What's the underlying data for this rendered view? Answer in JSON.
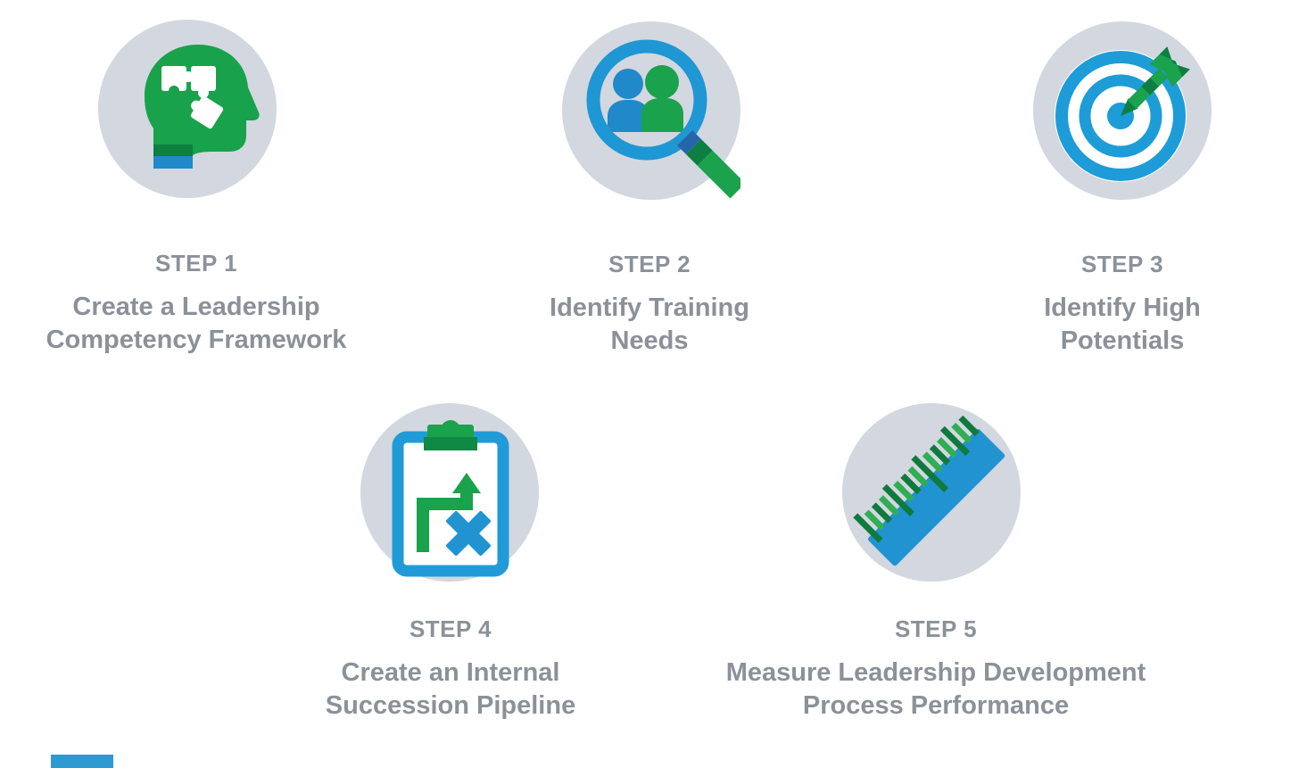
{
  "colors": {
    "green": "#18a24b",
    "dark_green": "#0c7f41",
    "blue": "#2193d1",
    "ring_blue": "#1f97d4",
    "collar_blue": "#2089c9",
    "circle_bg": "#d3d7df",
    "text_gray": "#8b9199",
    "bottom_bar_blue": "#2e9ad2"
  },
  "steps": [
    {
      "label": "STEP 1",
      "title": "Create a Leadership\nCompetency Framework",
      "icon": "head-puzzle-icon"
    },
    {
      "label": "STEP 2",
      "title": "Identify Training\nNeeds",
      "icon": "magnifier-people-icon"
    },
    {
      "label": "STEP 3",
      "title": "Identify High\nPotentials",
      "icon": "target-dart-icon"
    },
    {
      "label": "STEP 4",
      "title": "Create an Internal\nSuccession Pipeline",
      "icon": "clipboard-route-icon"
    },
    {
      "label": "STEP 5",
      "title": "Measure Leadership Development\nProcess Performance",
      "icon": "ruler-icon"
    }
  ]
}
